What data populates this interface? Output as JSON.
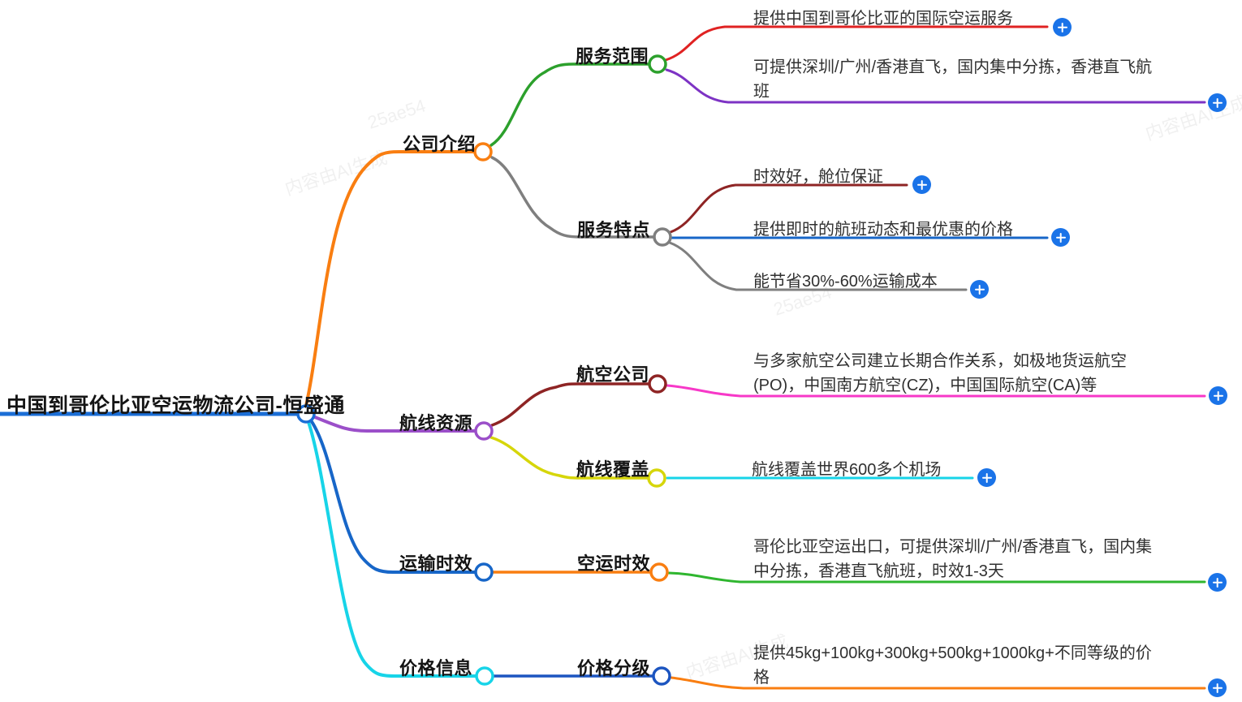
{
  "watermark": {
    "code": "25ae54",
    "label": "内容由AI生成"
  },
  "colors": {
    "root_blue": "#1b6ed6",
    "orange": "#f97e11",
    "green": "#2ca02c",
    "bright_green": "#2fb62f",
    "red": "#e02222",
    "violet": "#7d33c4",
    "purple": "#9b4fc9",
    "gray": "#7f7f7f",
    "dark_red": "#8e2424",
    "blue": "#1766c8",
    "navy_blue": "#1c55c0",
    "pink": "#f738c8",
    "yellow": "#d6d60a",
    "cyan": "#17d4e8",
    "plus_blue": "#1a73e8"
  },
  "mindmap": {
    "root": {
      "label": "中国到哥伦比亚空运物流公司-恒盛通"
    },
    "branches": [
      {
        "label": "公司介绍",
        "children": [
          {
            "label": "服务范围",
            "leaves": [
              {
                "text": "提供中国到哥伦比亚的国际空运服务"
              },
              {
                "text": "可提供深圳/广州/香港直飞，国内集中分拣，香港直飞航班"
              }
            ]
          },
          {
            "label": "服务特点",
            "leaves": [
              {
                "text": "时效好，舱位保证"
              },
              {
                "text": "提供即时的航班动态和最优惠的价格"
              },
              {
                "text": "能节省30%-60%运输成本"
              }
            ]
          }
        ]
      },
      {
        "label": "航线资源",
        "children": [
          {
            "label": "航空公司",
            "leaves": [
              {
                "text": "与多家航空公司建立长期合作关系，如极地货运航空(PO)，中国南方航空(CZ)，中国国际航空(CA)等"
              }
            ]
          },
          {
            "label": "航线覆盖",
            "leaves": [
              {
                "text": "航线覆盖世界600多个机场"
              }
            ]
          }
        ]
      },
      {
        "label": "运输时效",
        "children": [
          {
            "label": "空运时效",
            "leaves": [
              {
                "text": "哥伦比亚空运出口，可提供深圳/广州/香港直飞，国内集中分拣，香港直飞航班，时效1-3天"
              }
            ]
          }
        ]
      },
      {
        "label": "价格信息",
        "children": [
          {
            "label": "价格分级",
            "leaves": [
              {
                "text": "提供45kg+100kg+300kg+500kg+1000kg+不同等级的价格"
              }
            ]
          }
        ]
      }
    ]
  }
}
